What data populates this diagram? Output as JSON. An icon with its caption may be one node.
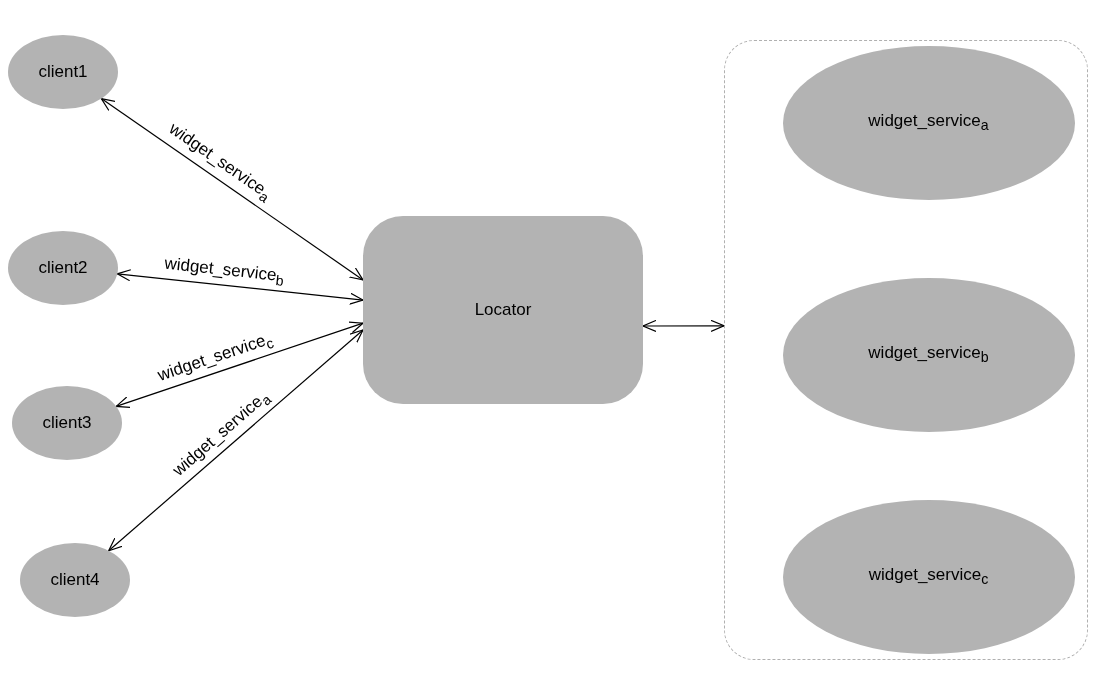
{
  "diagram": {
    "nodes": [
      {
        "text": [
          "client1"
        ]
      },
      {
        "text": [
          "client2"
        ]
      },
      {
        "text": [
          "client3"
        ]
      },
      {
        "text": [
          "client4"
        ]
      },
      {
        "text": [
          "Locator"
        ]
      },
      {
        "text": [],
        "shape": "box"
      },
      {
        "text": [
          "widget_service$_{a}$"
        ],
        "in": 5
      },
      {
        "text": [
          "widget_service$_{b}$"
        ],
        "in": 5
      },
      {
        "text": [
          "widget_service$_{c}$"
        ],
        "in": 5
      }
    ],
    "edges": [
      {
        "from": 0,
        "to": 4,
        "arrow": "both",
        "label": "widget_service$_{a}$"
      },
      {
        "from": 1,
        "to": 4,
        "arrow": "both",
        "label": "widget_service$_{b}$"
      },
      {
        "from": 2,
        "to": 4,
        "arrow": "both",
        "label": "widget_service$_{c}$"
      },
      {
        "from": 3,
        "to": 4,
        "arrow": "both",
        "label": "widget_service$_{a}$"
      },
      {
        "from": 4,
        "to": 5,
        "arrow": "both"
      }
    ]
  }
}
